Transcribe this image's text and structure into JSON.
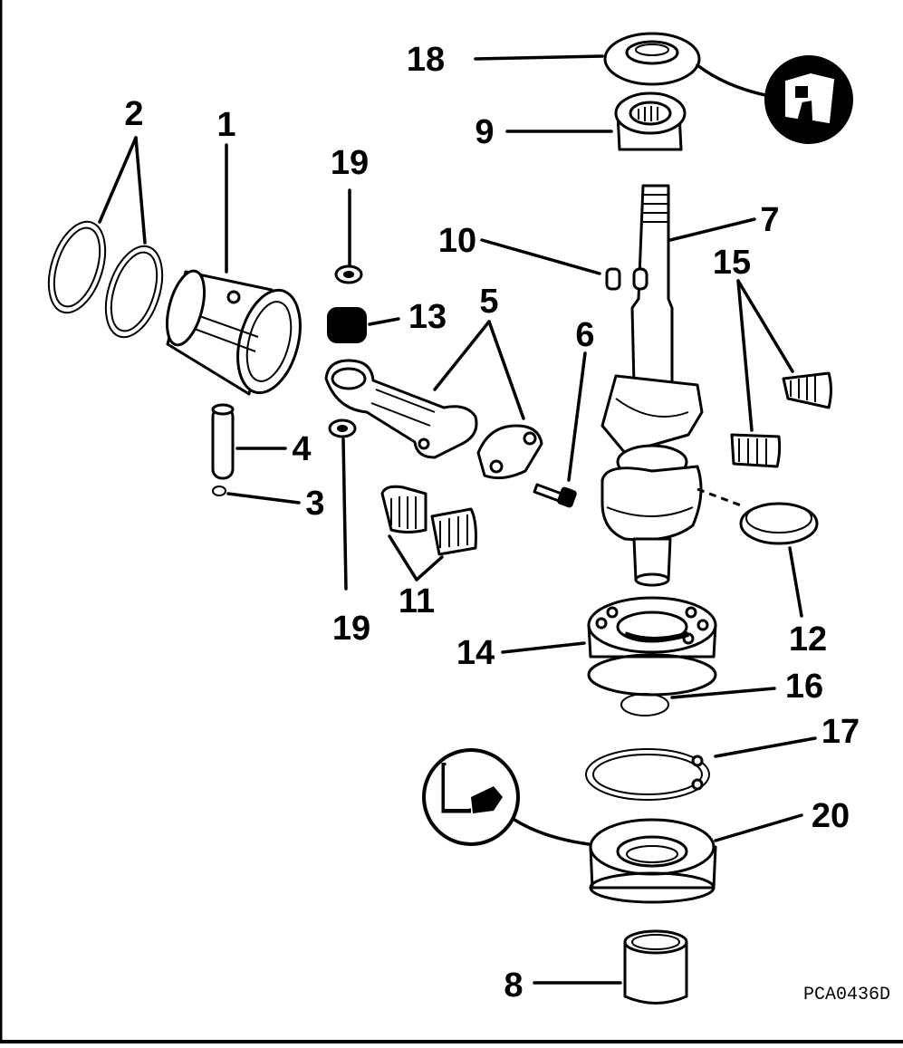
{
  "labels": {
    "p1": "1",
    "p2": "2",
    "p3": "3",
    "p4": "4",
    "p5": "5",
    "p6": "6",
    "p7": "7",
    "p8": "8",
    "p9": "9",
    "p10": "10",
    "p11": "11",
    "p12": "12",
    "p13": "13",
    "p14": "14",
    "p15": "15",
    "p16": "16",
    "p17": "17",
    "p18": "18",
    "p19a": "19",
    "p19b": "19",
    "p20": "20"
  },
  "drawing_code": "PCA0436D",
  "icons": [
    "sealer-tube-icon",
    "lubricant-tube-icon"
  ]
}
